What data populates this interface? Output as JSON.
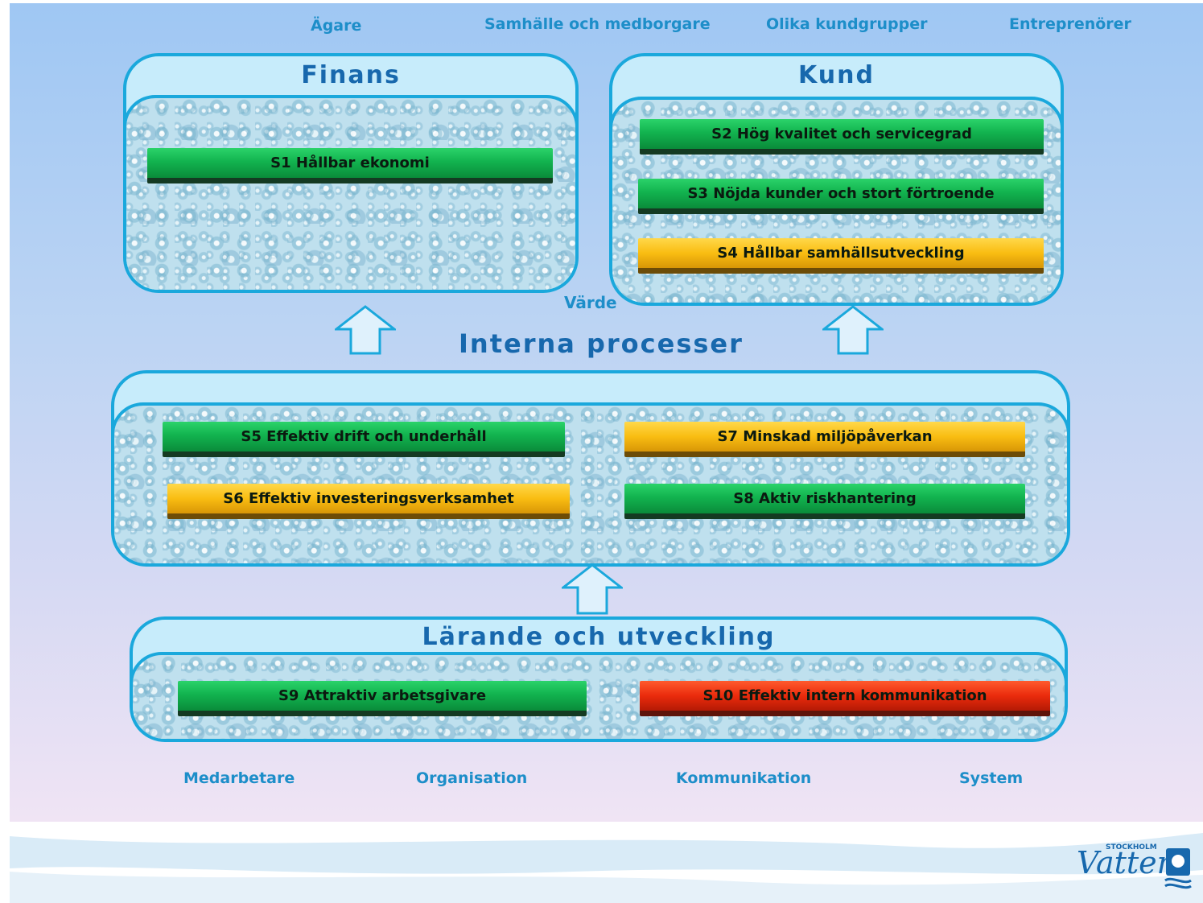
{
  "top_labels": [
    "Ägare",
    "Samhälle och medborgare",
    "Olika kundgrupper",
    "Entreprenörer"
  ],
  "bottom_labels": [
    "Medarbetare",
    "Organisation",
    "Kommunikation",
    "System"
  ],
  "panels": {
    "finans": {
      "title": "Finans",
      "bars": [
        {
          "label": "S1 Hållbar ekonomi",
          "status": "green"
        }
      ]
    },
    "kund": {
      "title": "Kund",
      "bars": [
        {
          "label": "S2 Hög kvalitet och servicegrad",
          "status": "green"
        },
        {
          "label": "S3 Nöjda kunder och stort förtroende",
          "status": "green"
        },
        {
          "label": "S4 Hållbar samhällsutveckling",
          "status": "yellow"
        }
      ]
    },
    "interna": {
      "title": "Interna  processer",
      "bars": [
        {
          "label": "S5 Effektiv drift och underhåll",
          "status": "green"
        },
        {
          "label": "S6 Effektiv investeringsverksamhet",
          "status": "yellow"
        },
        {
          "label": "S7 Minskad miljöpåverkan",
          "status": "yellow"
        },
        {
          "label": "S8 Aktiv riskhantering",
          "status": "green"
        }
      ]
    },
    "larande": {
      "title": "Lärande och utveckling",
      "bars": [
        {
          "label": "S9 Attraktiv arbetsgivare",
          "status": "green"
        },
        {
          "label": "S10 Effektiv intern kommunikation",
          "status": "red"
        }
      ]
    }
  },
  "varde_label": "Värde",
  "logo": {
    "text": "Vatten",
    "small_text": "STOCKHOLM"
  },
  "colors": {
    "green": "#12b34f",
    "yellow": "#f9bd12",
    "red": "#ea2b0c",
    "border": "#1aa8dc",
    "title": "#1768ad",
    "label": "#1d8ec9"
  }
}
